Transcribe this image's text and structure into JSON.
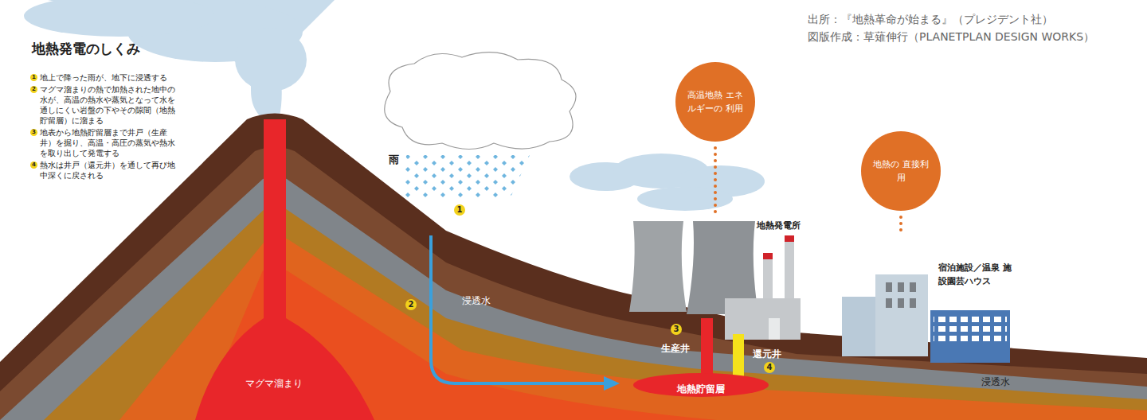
{
  "diagram": {
    "title": "地熱発電のしくみ",
    "nodes": [
      {
        "text": [
          "高温地熱 エネルギーの 利用"
        ]
      },
      {
        "text": [
          "地熱発電所"
        ]
      },
      {
        "text": [
          "地熱の 直接利用"
        ]
      },
      {
        "text": [
          "宿泊施設／温泉 施設園芸ハウス"
        ]
      },
      {
        "text": [
          "地熱貯留層"
        ]
      }
    ],
    "edges": [
      {
        "from": 0,
        "to": 1,
        "arrow": "none"
      },
      {
        "from": 2,
        "to": 3,
        "arrow": "none"
      }
    ],
    "labels": [
      "1",
      "地上で降った雨が、地下に浸透する",
      "2",
      "マグマ溜まりの熱で加熱された地中の水が、高温の熱水や蒸気となって水を通しにくい岩盤の下やその隙間（地熱貯留層）に溜まる",
      "3",
      "地表から地熱貯留層まで井戸（生産井）を掘り、高温・高圧の蒸気や熱水を取り出して発電する",
      "4",
      "熱水は井戸（還元井）を通して再び地中深くに戻される",
      "出所：『地熱革命が始まる』（プレジデント社）",
      "図版作成：草薙伸行（PLANETPLAN DESIGN WORKS）",
      "雨",
      "1",
      "2",
      "浸透水",
      "3",
      "生産井",
      "還元井",
      "4",
      "マグマ溜まり",
      "浸透水"
    ]
  }
}
